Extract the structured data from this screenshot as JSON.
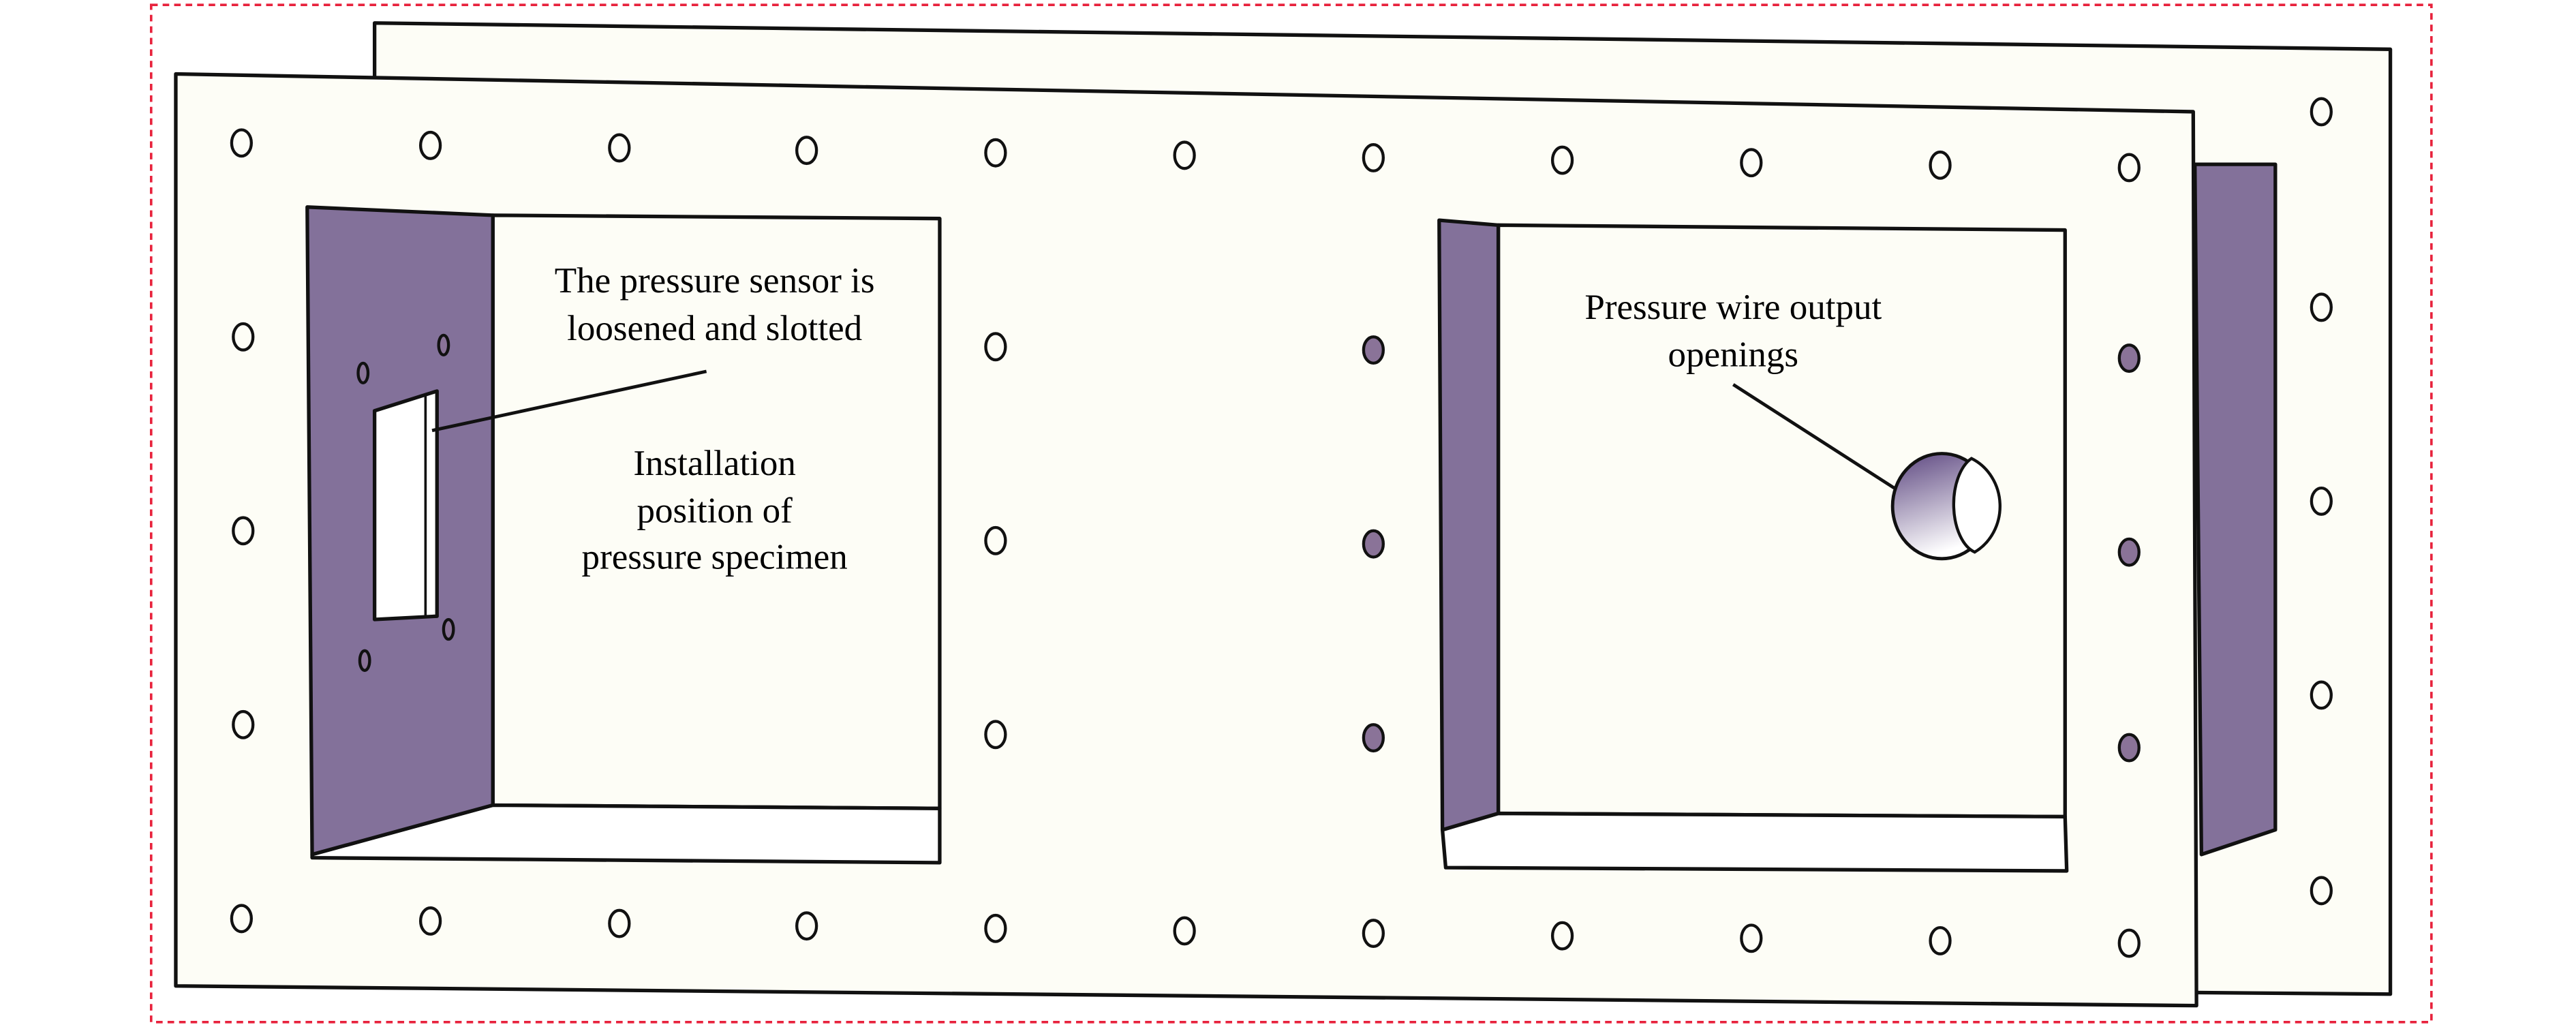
{
  "labels": {
    "sensor_slot": [
      "The pressure sensor is",
      "loosened and slotted"
    ],
    "installation": [
      "Installation",
      "position of",
      "pressure specimen"
    ],
    "wire_opening": [
      "Pressure wire output",
      "openings"
    ]
  },
  "colors": {
    "plate": "#fdfdf6",
    "wall": "#83719a",
    "outline": "#111111",
    "border": "#e8223c"
  }
}
